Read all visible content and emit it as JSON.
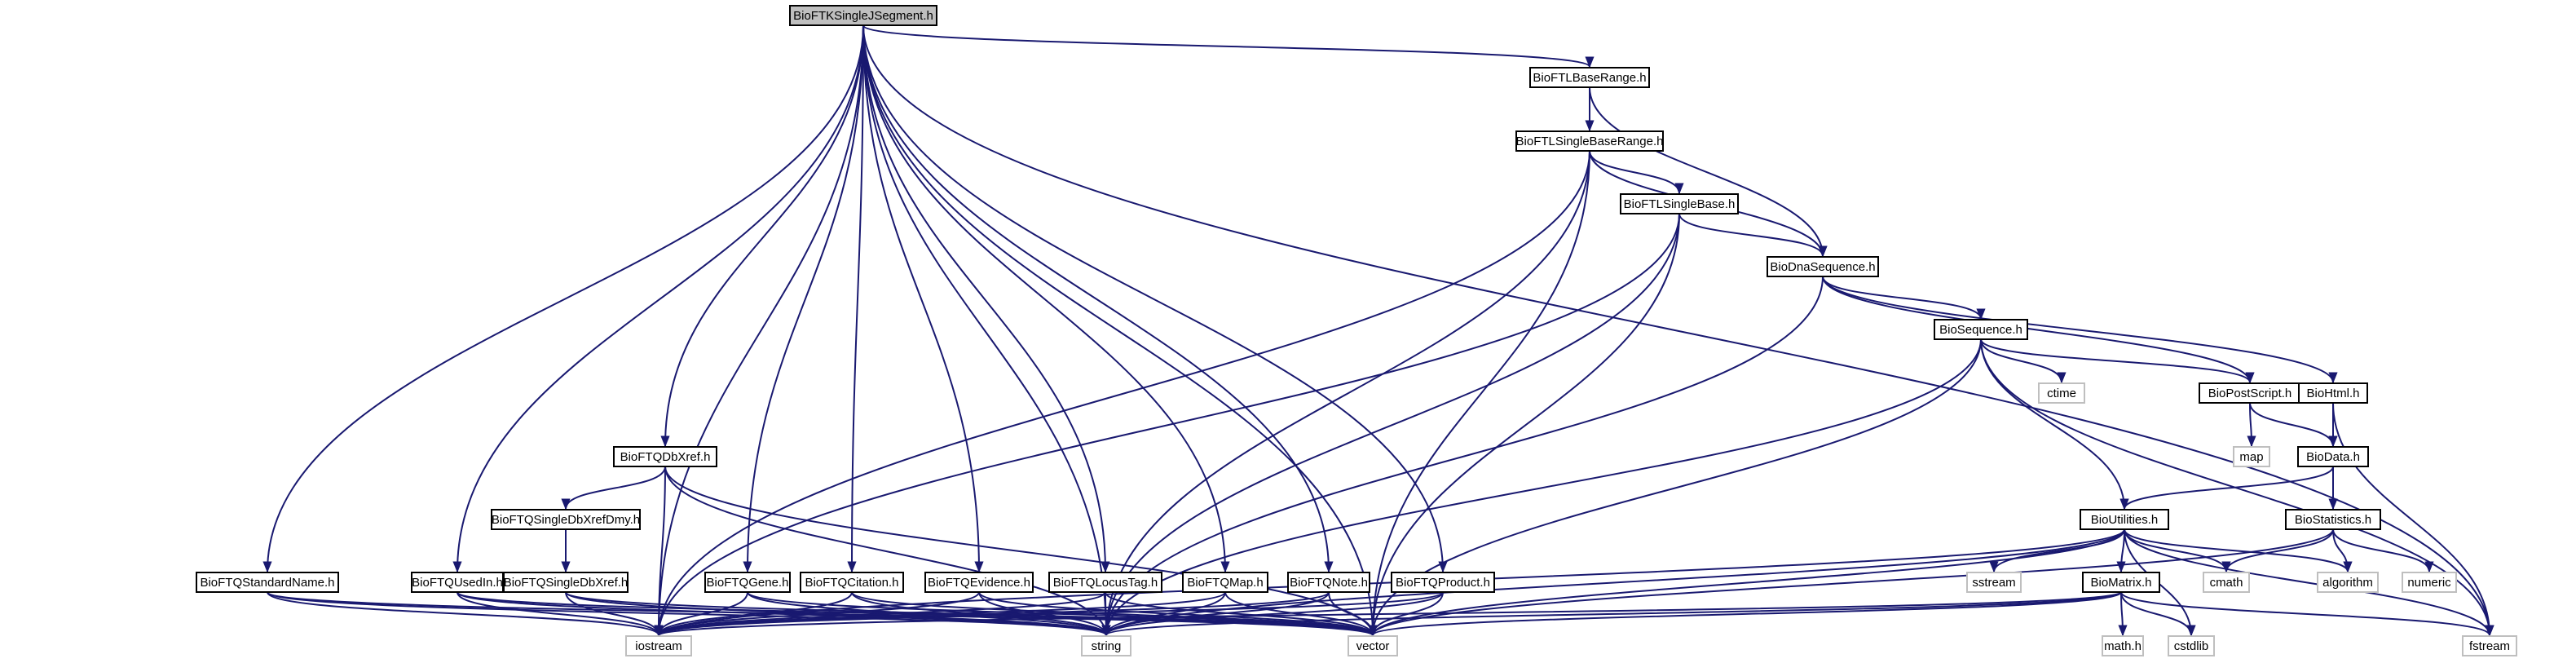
{
  "diagram": {
    "colors": {
      "background": "#ffffff",
      "root_fill": "#bfbfbf",
      "header_fill": "#ffffff",
      "header_border": "#000000",
      "system_border": "#bfbfbf",
      "edge": "#191970",
      "text": "#000000"
    },
    "nodes": [
      {
        "id": "root",
        "label": "BioFTKSingleJSegment.h",
        "kind": "root"
      },
      {
        "id": "ftlbaserange",
        "label": "BioFTLBaseRange.h",
        "kind": "header"
      },
      {
        "id": "ftlsinglebaserange",
        "label": "BioFTLSingleBaseRange.h",
        "kind": "header"
      },
      {
        "id": "ftlsinglebase",
        "label": "BioFTLSingleBase.h",
        "kind": "header"
      },
      {
        "id": "dnasequence",
        "label": "BioDnaSequence.h",
        "kind": "header"
      },
      {
        "id": "sequence",
        "label": "BioSequence.h",
        "kind": "header"
      },
      {
        "id": "ctime",
        "label": "ctime",
        "kind": "system"
      },
      {
        "id": "postscript",
        "label": "BioPostScript.h",
        "kind": "header"
      },
      {
        "id": "html",
        "label": "BioHtml.h",
        "kind": "header"
      },
      {
        "id": "map",
        "label": "map",
        "kind": "system"
      },
      {
        "id": "data",
        "label": "BioData.h",
        "kind": "header"
      },
      {
        "id": "utilities",
        "label": "BioUtilities.h",
        "kind": "header"
      },
      {
        "id": "statistics",
        "label": "BioStatistics.h",
        "kind": "header"
      },
      {
        "id": "ftqdbxref",
        "label": "BioFTQDbXref.h",
        "kind": "header"
      },
      {
        "id": "ftqsingledbxrefdmy",
        "label": "BioFTQSingleDbXrefDmy.h",
        "kind": "header"
      },
      {
        "id": "ftqsingledbxref",
        "label": "BioFTQSingleDbXref.h",
        "kind": "header"
      },
      {
        "id": "ftqstandardname",
        "label": "BioFTQStandardName.h",
        "kind": "header"
      },
      {
        "id": "ftqusedin",
        "label": "BioFTQUsedIn.h",
        "kind": "header"
      },
      {
        "id": "ftqgene",
        "label": "BioFTQGene.h",
        "kind": "header"
      },
      {
        "id": "ftqcitation",
        "label": "BioFTQCitation.h",
        "kind": "header"
      },
      {
        "id": "ftqevidence",
        "label": "BioFTQEvidence.h",
        "kind": "header"
      },
      {
        "id": "ftqlocustag",
        "label": "BioFTQLocusTag.h",
        "kind": "header"
      },
      {
        "id": "ftqmap",
        "label": "BioFTQMap.h",
        "kind": "header"
      },
      {
        "id": "ftqnote",
        "label": "BioFTQNote.h",
        "kind": "header"
      },
      {
        "id": "ftqproduct",
        "label": "BioFTQProduct.h",
        "kind": "header"
      },
      {
        "id": "sstream",
        "label": "sstream",
        "kind": "system"
      },
      {
        "id": "matrix",
        "label": "BioMatrix.h",
        "kind": "header"
      },
      {
        "id": "cmath",
        "label": "cmath",
        "kind": "system"
      },
      {
        "id": "algorithm",
        "label": "algorithm",
        "kind": "system"
      },
      {
        "id": "numeric",
        "label": "numeric",
        "kind": "system"
      },
      {
        "id": "iostream",
        "label": "iostream",
        "kind": "system"
      },
      {
        "id": "string",
        "label": "string",
        "kind": "system"
      },
      {
        "id": "vector",
        "label": "vector",
        "kind": "system"
      },
      {
        "id": "mathh",
        "label": "math.h",
        "kind": "system"
      },
      {
        "id": "cstdlib",
        "label": "cstdlib",
        "kind": "system"
      },
      {
        "id": "fstream",
        "label": "fstream",
        "kind": "system"
      }
    ],
    "edges": [
      [
        "root",
        "ftlbaserange"
      ],
      [
        "root",
        "fstream"
      ],
      [
        "root",
        "iostream"
      ],
      [
        "root",
        "ftqstandardname"
      ],
      [
        "root",
        "string"
      ],
      [
        "root",
        "ftqusedin"
      ],
      [
        "root",
        "ftqdbxref"
      ],
      [
        "root",
        "ftqgene"
      ],
      [
        "root",
        "ftqcitation"
      ],
      [
        "root",
        "ftqevidence"
      ],
      [
        "root",
        "ftqlocustag"
      ],
      [
        "root",
        "ftqmap"
      ],
      [
        "root",
        "ftqnote"
      ],
      [
        "root",
        "ftqproduct"
      ],
      [
        "root",
        "vector"
      ],
      [
        "ftlbaserange",
        "ftlsinglebaserange"
      ],
      [
        "ftlbaserange",
        "dnasequence"
      ],
      [
        "ftlsinglebaserange",
        "ftlsinglebase"
      ],
      [
        "ftlsinglebaserange",
        "dnasequence"
      ],
      [
        "ftlsinglebaserange",
        "iostream"
      ],
      [
        "ftlsinglebaserange",
        "string"
      ],
      [
        "ftlsinglebaserange",
        "vector"
      ],
      [
        "ftlsinglebase",
        "dnasequence"
      ],
      [
        "ftlsinglebase",
        "iostream"
      ],
      [
        "ftlsinglebase",
        "string"
      ],
      [
        "ftlsinglebase",
        "vector"
      ],
      [
        "dnasequence",
        "sequence"
      ],
      [
        "dnasequence",
        "postscript"
      ],
      [
        "dnasequence",
        "html"
      ],
      [
        "dnasequence",
        "string"
      ],
      [
        "sequence",
        "ctime"
      ],
      [
        "sequence",
        "postscript"
      ],
      [
        "sequence",
        "utilities"
      ],
      [
        "sequence",
        "fstream"
      ],
      [
        "sequence",
        "string"
      ],
      [
        "sequence",
        "vector"
      ],
      [
        "postscript",
        "map"
      ],
      [
        "postscript",
        "data"
      ],
      [
        "html",
        "data"
      ],
      [
        "html",
        "fstream"
      ],
      [
        "data",
        "utilities"
      ],
      [
        "data",
        "statistics"
      ],
      [
        "statistics",
        "cmath"
      ],
      [
        "statistics",
        "algorithm"
      ],
      [
        "statistics",
        "numeric"
      ],
      [
        "statistics",
        "vector"
      ],
      [
        "utilities",
        "iostream"
      ],
      [
        "utilities",
        "string"
      ],
      [
        "utilities",
        "vector"
      ],
      [
        "utilities",
        "sstream"
      ],
      [
        "utilities",
        "matrix"
      ],
      [
        "utilities",
        "cstdlib"
      ],
      [
        "utilities",
        "cmath"
      ],
      [
        "utilities",
        "algorithm"
      ],
      [
        "utilities",
        "fstream"
      ],
      [
        "matrix",
        "mathh"
      ],
      [
        "matrix",
        "cstdlib"
      ],
      [
        "matrix",
        "fstream"
      ],
      [
        "matrix",
        "iostream"
      ],
      [
        "matrix",
        "string"
      ],
      [
        "matrix",
        "vector"
      ],
      [
        "ftqdbxref",
        "ftqsingledbxrefdmy"
      ],
      [
        "ftqdbxref",
        "iostream"
      ],
      [
        "ftqdbxref",
        "string"
      ],
      [
        "ftqdbxref",
        "vector"
      ],
      [
        "ftqsingledbxrefdmy",
        "ftqsingledbxref"
      ],
      [
        "ftqsingledbxref",
        "iostream"
      ],
      [
        "ftqsingledbxref",
        "string"
      ],
      [
        "ftqsingledbxref",
        "vector"
      ],
      [
        "ftqstandardname",
        "iostream"
      ],
      [
        "ftqstandardname",
        "string"
      ],
      [
        "ftqstandardname",
        "vector"
      ],
      [
        "ftqusedin",
        "iostream"
      ],
      [
        "ftqusedin",
        "string"
      ],
      [
        "ftqusedin",
        "vector"
      ],
      [
        "ftqgene",
        "iostream"
      ],
      [
        "ftqgene",
        "string"
      ],
      [
        "ftqgene",
        "vector"
      ],
      [
        "ftqcitation",
        "iostream"
      ],
      [
        "ftqcitation",
        "string"
      ],
      [
        "ftqcitation",
        "vector"
      ],
      [
        "ftqevidence",
        "iostream"
      ],
      [
        "ftqevidence",
        "string"
      ],
      [
        "ftqevidence",
        "vector"
      ],
      [
        "ftqlocustag",
        "iostream"
      ],
      [
        "ftqlocustag",
        "string"
      ],
      [
        "ftqlocustag",
        "vector"
      ],
      [
        "ftqmap",
        "iostream"
      ],
      [
        "ftqmap",
        "string"
      ],
      [
        "ftqmap",
        "vector"
      ],
      [
        "ftqnote",
        "iostream"
      ],
      [
        "ftqnote",
        "string"
      ],
      [
        "ftqnote",
        "vector"
      ],
      [
        "ftqproduct",
        "iostream"
      ],
      [
        "ftqproduct",
        "string"
      ],
      [
        "ftqproduct",
        "vector"
      ]
    ]
  }
}
